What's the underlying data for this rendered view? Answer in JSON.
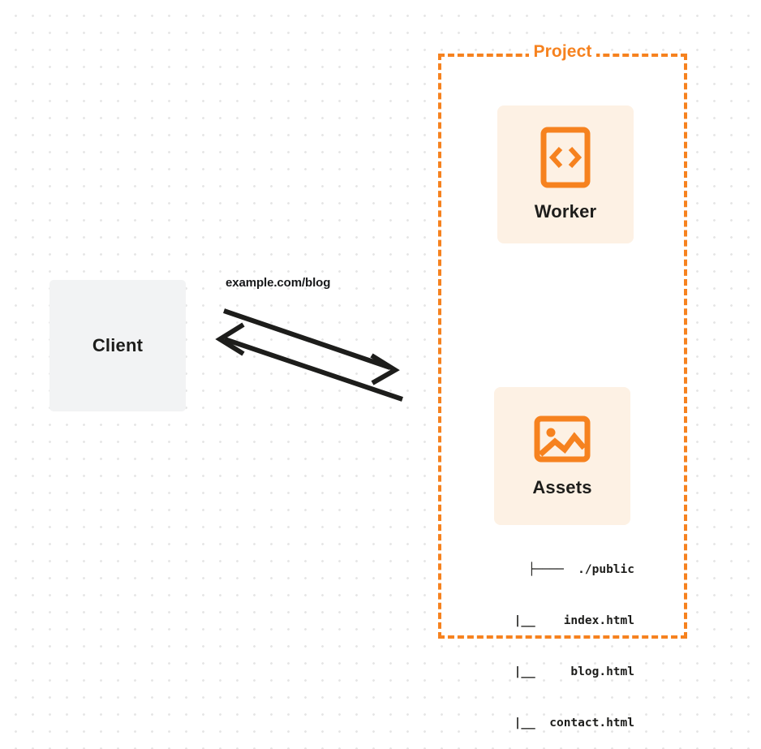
{
  "diagram": {
    "title": "Project",
    "background": {
      "style": "dot-grid",
      "dot_color": "#e6e6e6",
      "page_color": "#ffffff"
    },
    "colors": {
      "accent_orange": "#f6821f",
      "card_background": "#fdf1e4",
      "client_background": "#f2f3f4",
      "text_dark": "#1d1d1b",
      "arrow": "#1d1d1b"
    }
  },
  "client": {
    "label": "Client",
    "icon": "client-box-icon"
  },
  "connection": {
    "label": "example.com/blog",
    "arrows": [
      {
        "name": "request-arrow",
        "direction": "client-to-project"
      },
      {
        "name": "response-arrow",
        "direction": "project-to-client"
      }
    ]
  },
  "project": {
    "title": "Project",
    "cards": [
      {
        "id": "worker",
        "label": "Worker",
        "icon": "code-brackets-icon"
      },
      {
        "id": "assets",
        "label": "Assets",
        "icon": "image-picture-icon"
      }
    ],
    "file_tree": {
      "lines": [
        "├────  ./public",
        "  |__    index.html",
        "  |__     blog.html",
        "  |__  contact.html"
      ],
      "root": "./public",
      "files": [
        "index.html",
        "blog.html",
        "contact.html"
      ]
    }
  }
}
